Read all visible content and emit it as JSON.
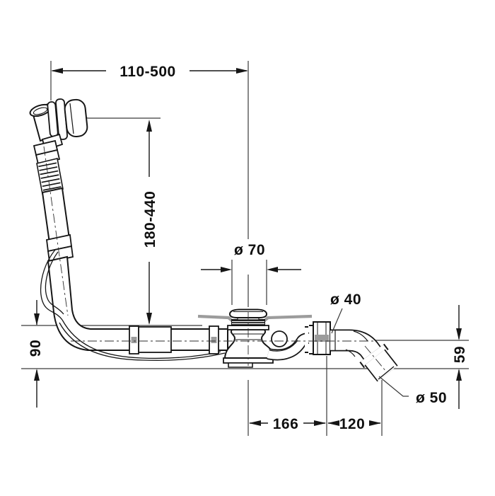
{
  "page": {
    "background": "#ffffff"
  },
  "drawing": {
    "type": "technical-dimension-drawing",
    "subject": "bathtub waste, overflow and filler set with outlet elbow",
    "line_color": "#161616",
    "thin_line_color": "#3a3a3a",
    "tub_profile_color": "#9c9c9c",
    "dimensions": {
      "overflow_hose_length": "110-500",
      "overflow_height_range": "180-440",
      "plug_diameter": "ø 70",
      "outlet_diameter": "ø 40",
      "left_height": "90",
      "outlet_height": "59",
      "center_to_connection": "166",
      "connection_to_outlet": "120",
      "outlet_end_diameter": "ø 50"
    }
  }
}
